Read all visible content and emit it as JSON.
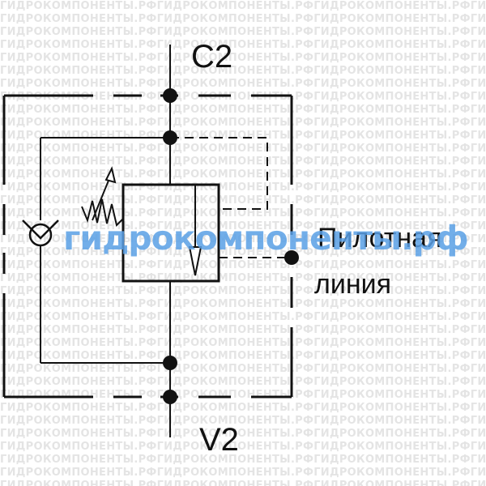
{
  "labels": {
    "port_top": "C2",
    "port_bottom": "V2",
    "pilot_line_1": "Пилотная",
    "pilot_line_2": "линия"
  },
  "watermark": {
    "brand_text": "гидрокомпоненты.рф",
    "tile_text": "ГИДРОКОМПОНЕНТЫ.РФ"
  },
  "colors": {
    "line": "#111111",
    "brand": "#5aa0e6",
    "watermark": "#e4e4e4"
  }
}
